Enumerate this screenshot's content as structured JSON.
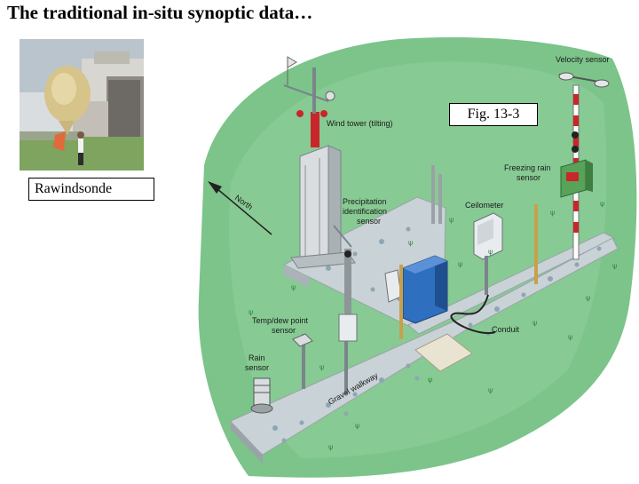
{
  "title": "The traditional in-situ synoptic data…",
  "photo_caption": "Rawindsonde",
  "figure_caption": "Fig. 13-3",
  "labels": {
    "wind_tower": "Wind tower (tilting)",
    "velocity_sensor": "Velocity sensor",
    "freezing_rain_1": "Freezing rain",
    "freezing_rain_2": "sensor",
    "precip_1": "Precipitation",
    "precip_2": "identification",
    "precip_3": "sensor",
    "ceilometer": "Ceilometer",
    "north": "North",
    "temp_1": "Temp/dew point",
    "temp_2": "sensor",
    "rain_1": "Rain",
    "rain_2": "sensor",
    "conduit": "Conduit",
    "walkway": "Gravel walkway"
  },
  "colors": {
    "grass": "#7cc48a",
    "walkway": "#c9d2d6",
    "box_blue": "#2f6fc0",
    "pole_red": "#c8262a",
    "sensor_green": "#58a25a"
  }
}
